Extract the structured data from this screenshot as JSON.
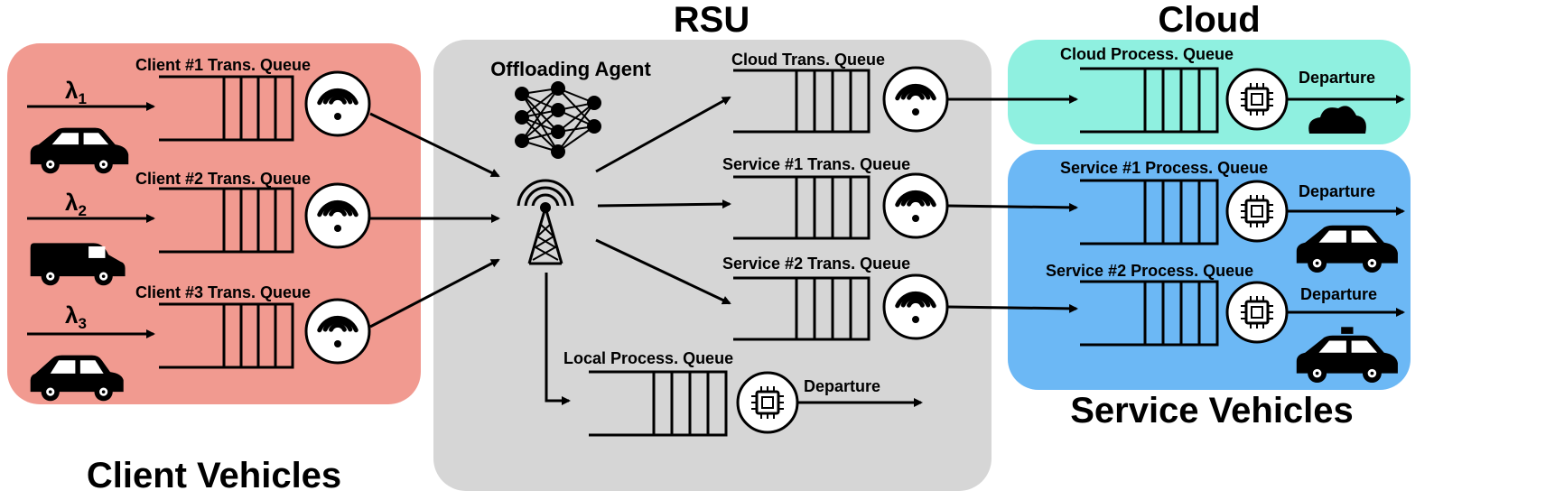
{
  "colors": {
    "client_panel": "#F19A90",
    "rsu_panel": "#D6D6D6",
    "cloud_panel": "#8FF0E0",
    "service_panel": "#6CB8F5",
    "stroke": "#000000"
  },
  "headings": {
    "rsu": "RSU",
    "cloud": "Cloud",
    "client_vehicles": "Client Vehicles",
    "service_vehicles": "Service Vehicles",
    "offloading_agent": "Offloading Agent"
  },
  "client_queues": [
    {
      "label": "Client #1 Trans. Queue",
      "rate_symbol": "λ",
      "rate_sub": "1",
      "vehicle": "car-icon"
    },
    {
      "label": "Client #2 Trans. Queue",
      "rate_symbol": "λ",
      "rate_sub": "2",
      "vehicle": "van-icon"
    },
    {
      "label": "Client #3 Trans. Queue",
      "rate_symbol": "λ",
      "rate_sub": "3",
      "vehicle": "hatchback-icon"
    }
  ],
  "rsu_queues": {
    "cloud_trans": "Cloud Trans. Queue",
    "service1_trans": "Service #1 Trans. Queue",
    "service2_trans": "Service #2 Trans. Queue",
    "local_process": "Local Process. Queue"
  },
  "process_queues": {
    "cloud_process": "Cloud Process. Queue",
    "service1_process": "Service #1 Process. Queue",
    "service2_process": "Service #2 Process. Queue"
  },
  "departures": {
    "local": "Departure",
    "cloud": "Departure",
    "service1": "Departure",
    "service2": "Departure"
  },
  "icons": [
    "car-icon",
    "van-icon",
    "hatchback-icon",
    "wifi-icon",
    "cpu-icon",
    "neural-network-icon",
    "antenna-tower-icon",
    "cloud-icon",
    "suv-icon",
    "taxi-icon"
  ]
}
